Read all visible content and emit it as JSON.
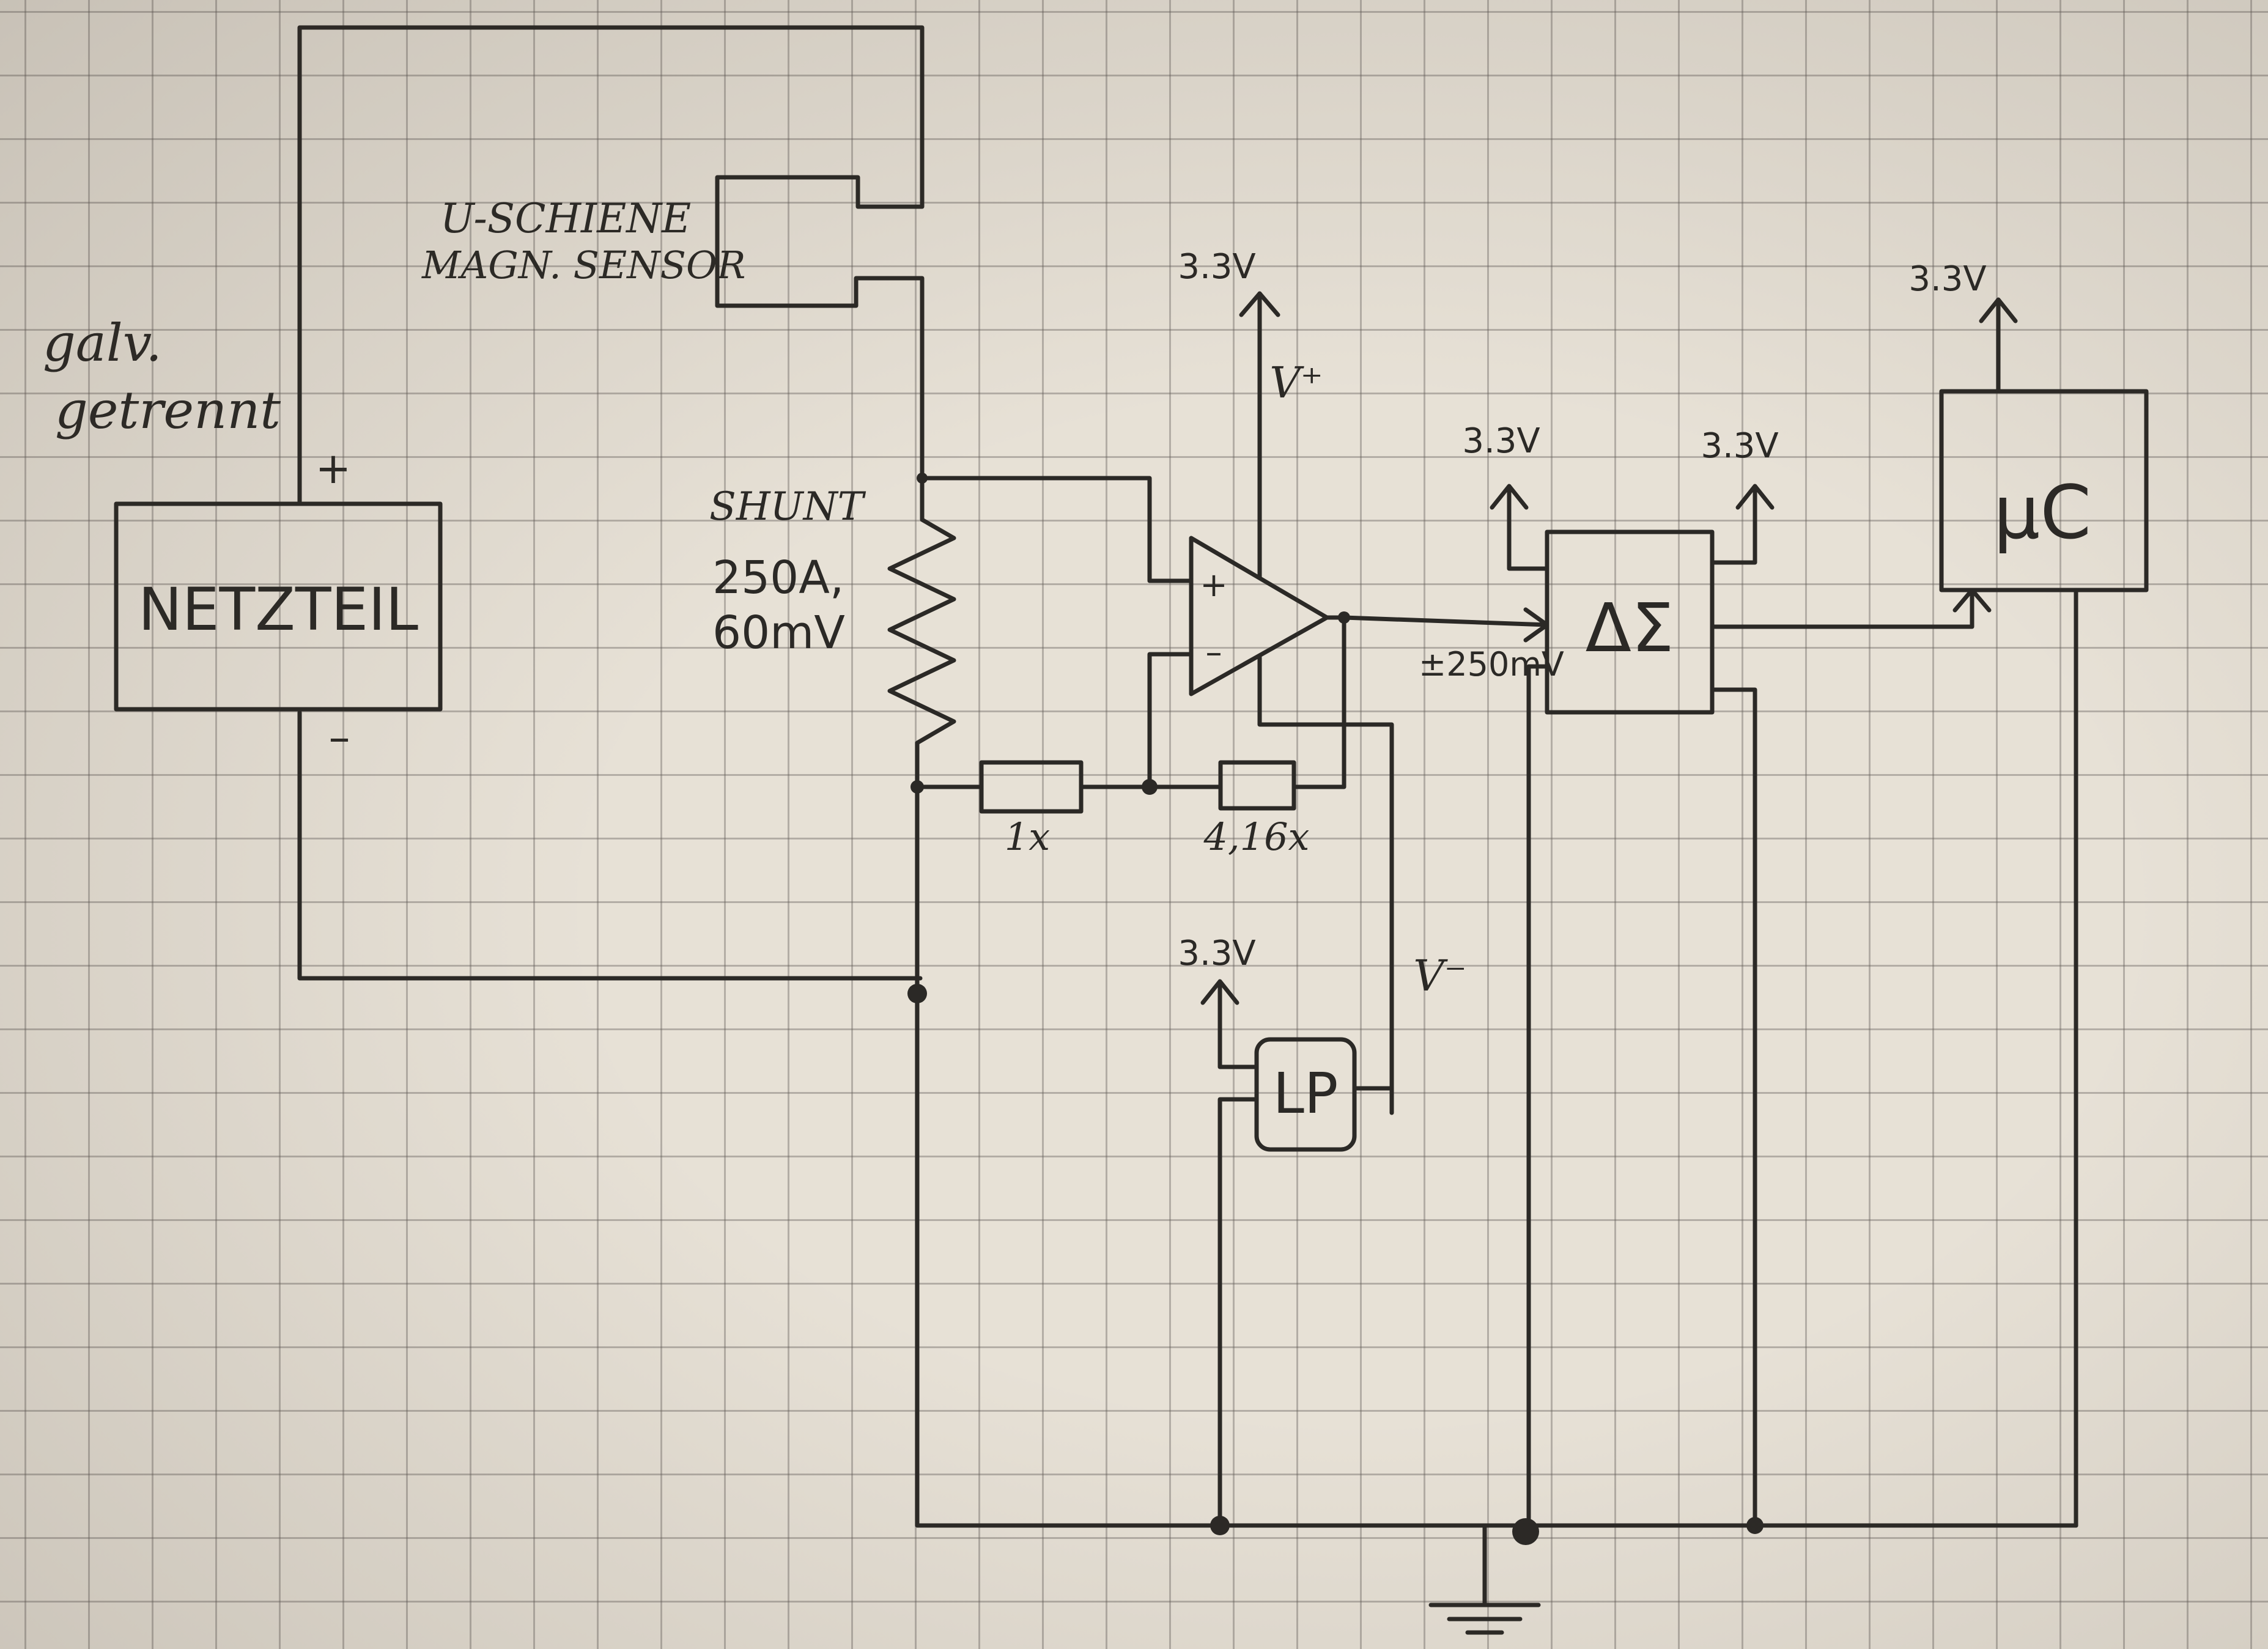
{
  "labels": {
    "u_schiene": "U-SCHIENE",
    "magn_sensor": "MAGN. SENSOR",
    "galv": "galv.",
    "getrennt": "getrennt",
    "plus_terminal": "+",
    "minus_terminal": "–",
    "netzteil": "NETZTEIL",
    "shunt": "SHUNT",
    "shunt_rating_a": "250A,",
    "shunt_rating_mv": "60mV",
    "opamp_plus": "+",
    "opamp_minus": "–",
    "v_plus": "V⁺",
    "v_minus": "V⁻",
    "gain_1x": "1x",
    "gain_416x": "4,16x",
    "adc_input_range": "±250mV",
    "delta_sigma": "ΔΣ",
    "microcontroller": "μC",
    "lp": "LP",
    "supply_opamp": "3.3V",
    "supply_ds_left": "3.3V",
    "supply_ds_right": "3.3V",
    "supply_uc": "3.3V",
    "supply_lp": "3.3V"
  },
  "colors": {
    "paper": "#e7e1d6",
    "grid": "#8a847c",
    "ink": "#2b2926"
  }
}
